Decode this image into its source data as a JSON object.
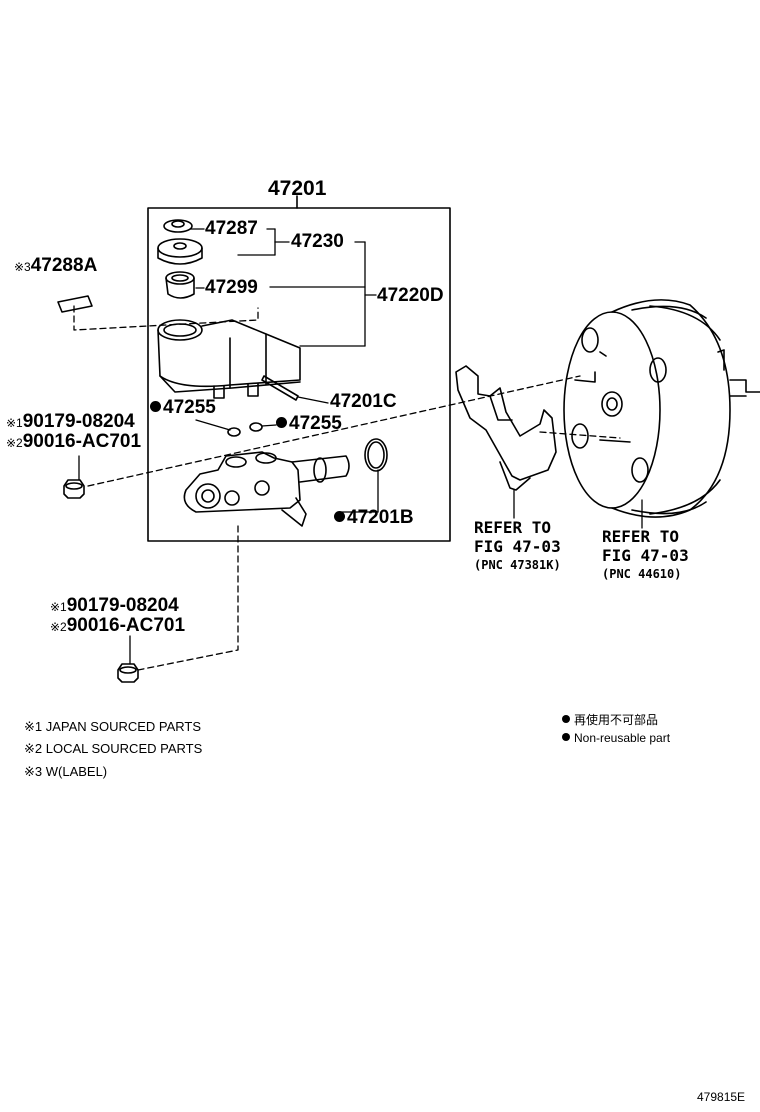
{
  "parts": {
    "p47201": "47201",
    "p47287": "47287",
    "p47230": "47230",
    "p47299": "47299",
    "p47220D": "47220D",
    "p47288A": "47288A",
    "p47255_a": "47255",
    "p47255_b": "47255",
    "p47201C": "47201C",
    "p47201B": "47201B",
    "p90179_a": "90179-08204",
    "p90016_a": "90016-AC701",
    "p90179_b": "90179-08204",
    "p90016_b": "90016-AC701"
  },
  "marks": {
    "m1": "※1",
    "m2": "※2",
    "m3": "※3"
  },
  "refs": {
    "bracket": {
      "line1": "REFER TO",
      "line2": "FIG 47-03",
      "line3": "(PNC 47381K)"
    },
    "booster": {
      "line1": "REFER TO",
      "line2": "FIG 47-03",
      "line3": "(PNC 44610)"
    }
  },
  "notes": {
    "n1": "※1 JAPAN SOURCED PARTS",
    "n2": "※2 LOCAL SOURCED PARTS",
    "n3": "※3 W(LABEL)"
  },
  "legend": {
    "jp": "再使用不可部品",
    "en": "Non-reusable part"
  },
  "illustration_id": "479815E"
}
